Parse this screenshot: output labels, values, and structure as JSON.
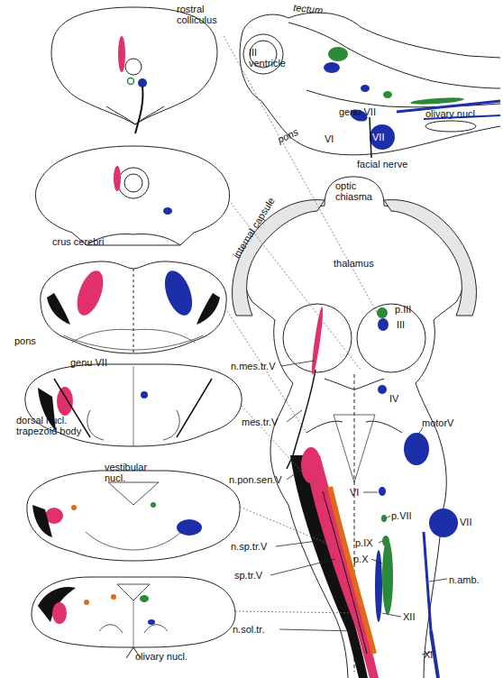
{
  "diagram": {
    "labels": [
      "rostral colliculus",
      "crus cerebri",
      "pons",
      "genu VII",
      "dorsal nucl. trapezoid body",
      "vestibular nucl.",
      "olivary nucl.",
      "tectum",
      "III ventricle",
      "genu VII",
      "VI",
      "VII",
      "facial nerve",
      "pons",
      "olivary nucl.",
      "optic chiasma",
      "internal capsule",
      "thalamus",
      "p.III",
      "III",
      "n.mes.tr.V",
      "mes.tr.V",
      "IV",
      "motorV",
      "n.pon.sen.V",
      "VI",
      "p.VII",
      "VII",
      "p.IX",
      "p.X",
      "n.amb.",
      "n.sp.tr.V",
      "sp.tr.V",
      "XII",
      "n.sol.tr.",
      "XI"
    ]
  }
}
